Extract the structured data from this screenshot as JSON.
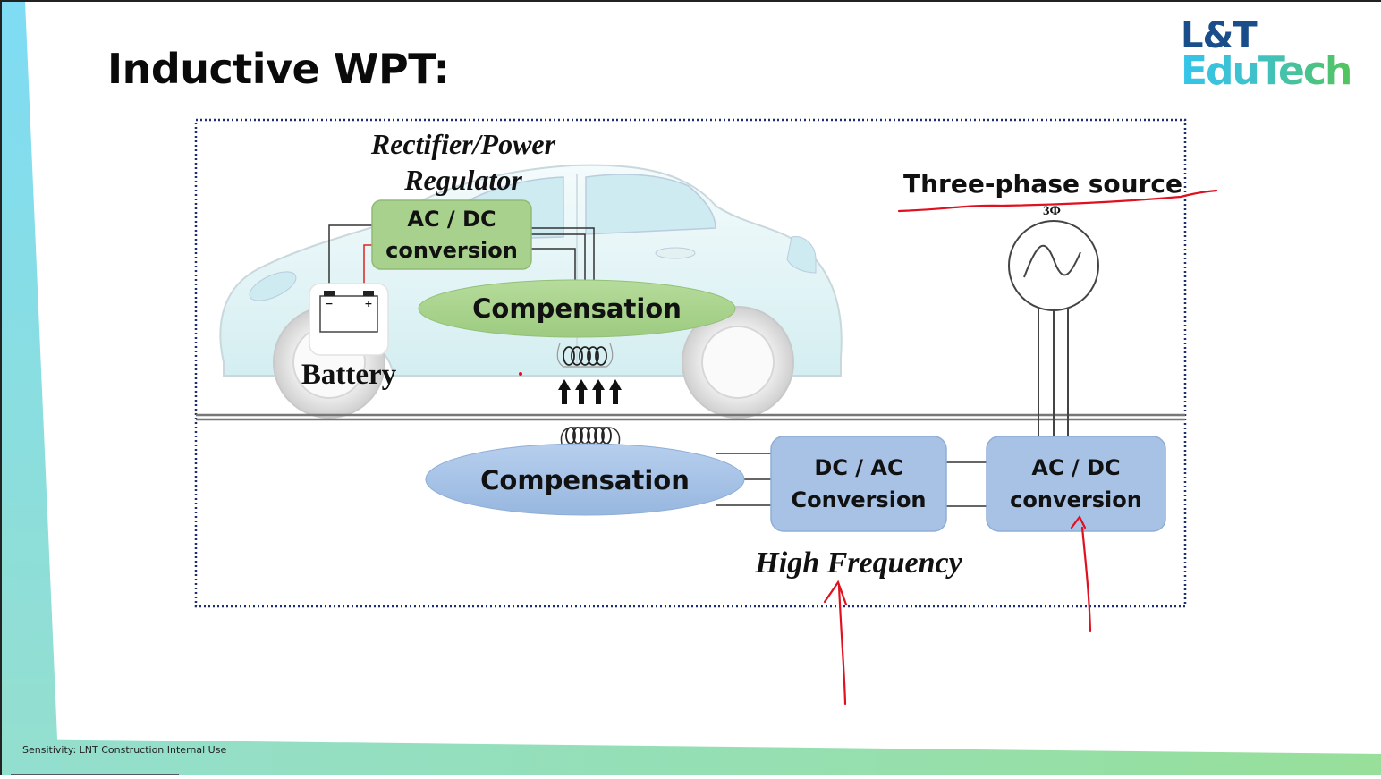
{
  "slide": {
    "title": "Inductive WPT:",
    "logo": {
      "line1": "L&T",
      "line2": "EduTech"
    },
    "footer": "Sensitivity: LNT Construction Internal Use"
  },
  "diagram": {
    "vehicle_side": {
      "regulator_label_line1": "Rectifier/Power",
      "regulator_label_line2": "Regulator",
      "acdc_line1": "AC / DC",
      "acdc_line2": "conversion",
      "compensation": "Compensation",
      "battery": "Battery",
      "battery_minus": "−",
      "battery_plus": "+"
    },
    "ground_side": {
      "compensation": "Compensation",
      "dcac_line1": "DC / AC",
      "dcac_line2": "Conversion",
      "acdc_line1": "AC / DC",
      "acdc_line2": "conversion",
      "high_frequency": "High Frequency",
      "source_label": "Three-phase source",
      "source_symbol": "3Φ"
    },
    "colors": {
      "vehicle_block": "#a9d18e",
      "ground_block": "#a7c2e4",
      "annotation": "#e0101e",
      "dotted_border": "#1f2f6e"
    }
  }
}
